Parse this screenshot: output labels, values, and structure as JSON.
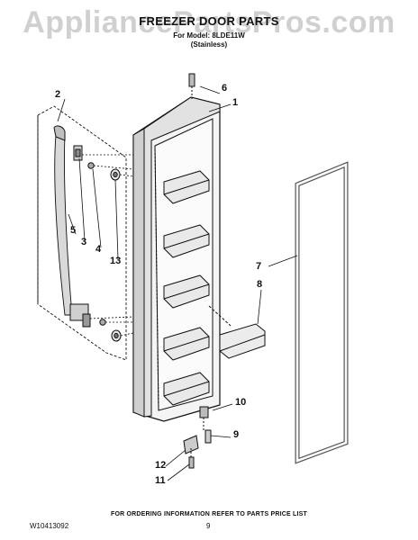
{
  "watermark": "AppliancePartsPros.com",
  "header": {
    "title": "FREEZER DOOR PARTS",
    "model_line": "For Model: 8LDE11W",
    "finish_line": "(Stainless)"
  },
  "callouts": [
    "1",
    "2",
    "3",
    "4",
    "5",
    "6",
    "7",
    "8",
    "9",
    "10",
    "11",
    "12",
    "13"
  ],
  "footer": {
    "ordering_note": "FOR ORDERING INFORMATION REFER TO PARTS PRICE LIST",
    "document_code": "W10413092",
    "page_number": "9"
  }
}
